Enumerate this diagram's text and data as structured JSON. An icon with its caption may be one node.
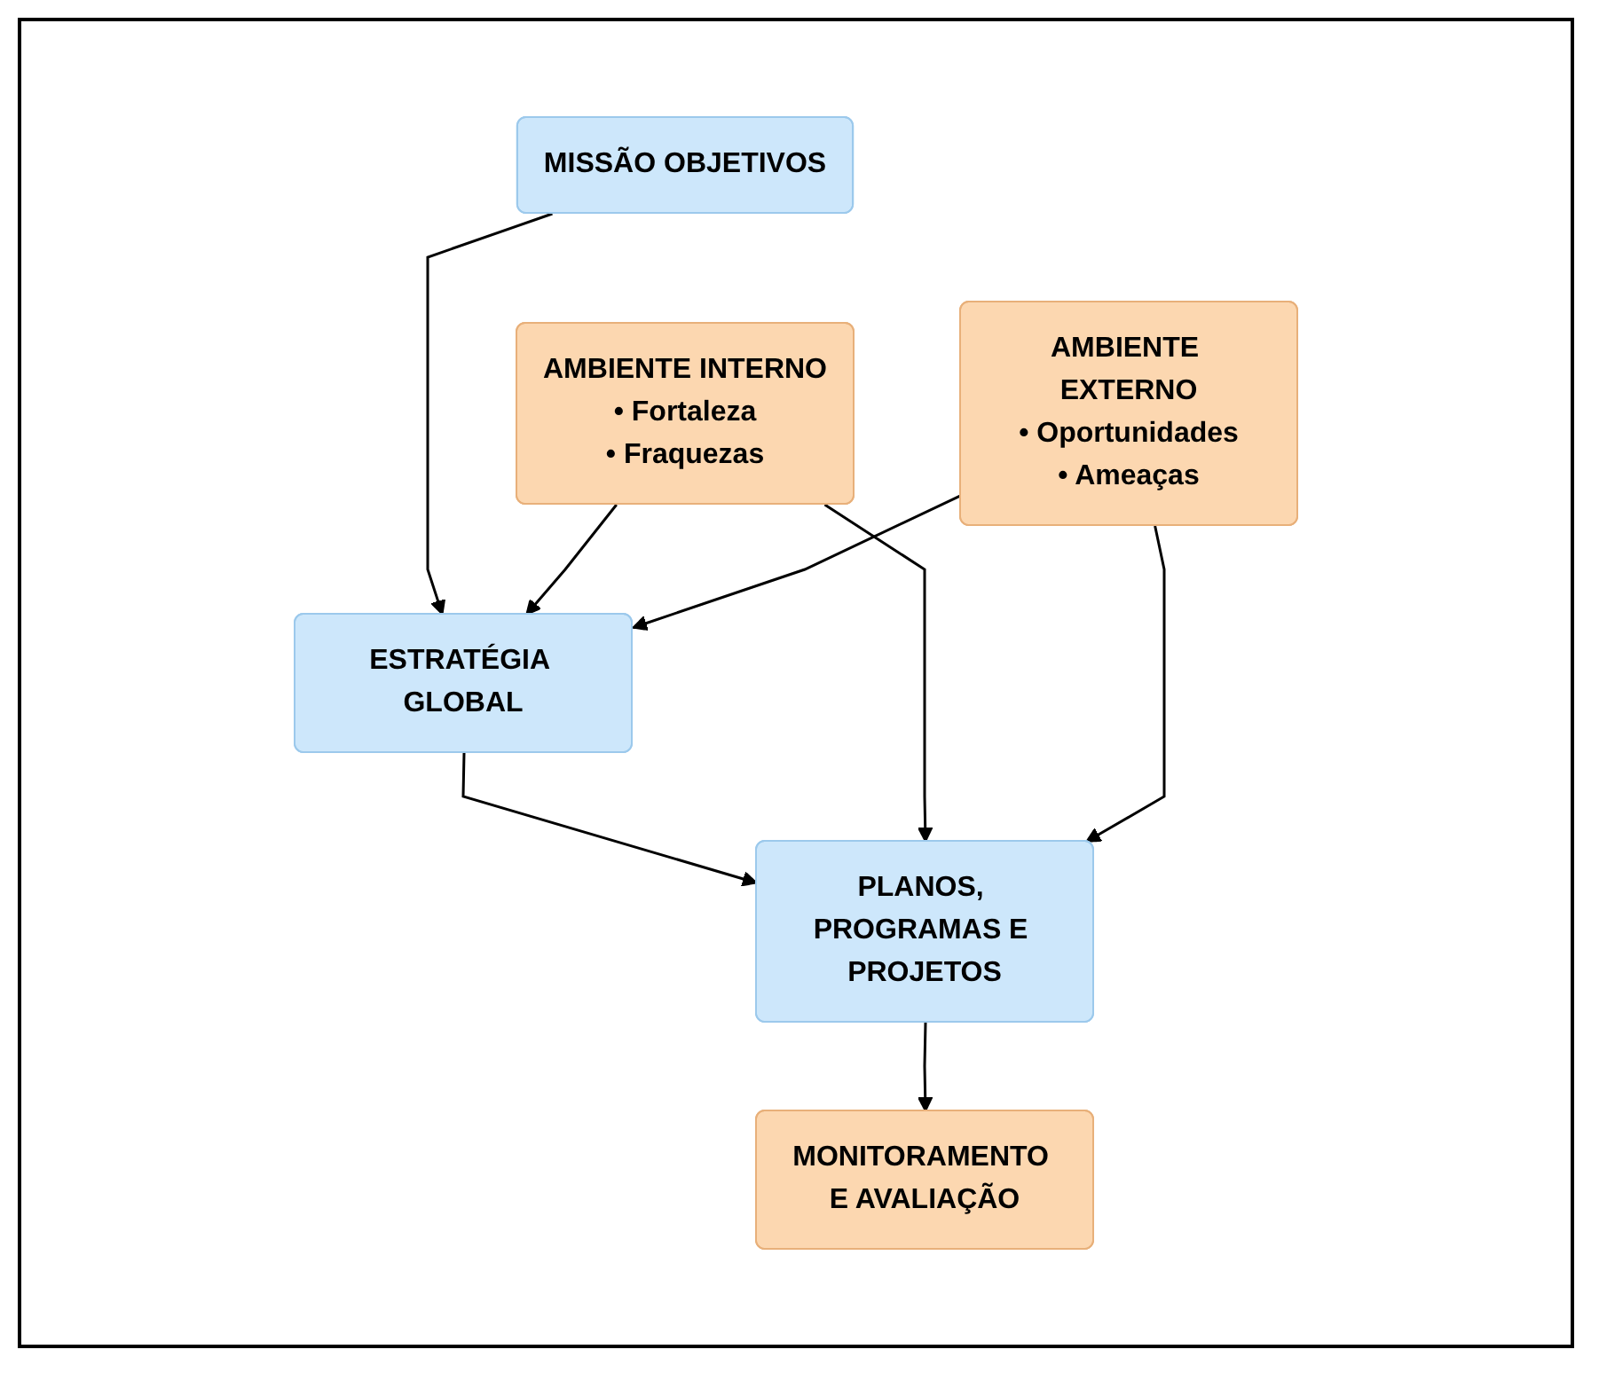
{
  "diagram": {
    "nodes": [
      {
        "text": [
          "MISSÃO OBJETIVOS"
        ]
      },
      {
        "text": [
          "ESTRATÉGIA GLOBAL"
        ]
      },
      {
        "text": [
          "AMBIENTE INTERNO",
          "• Fortaleza",
          "• Fraquezas"
        ]
      },
      {
        "text": [
          "AMBIENTE EXTERNO",
          "• Oportunidades",
          "• Ameaças"
        ]
      },
      {
        "text": [
          "PLANOS, PROGRAMAS E PROJETOS"
        ]
      },
      {
        "text": [
          "MONITORAMENTO E AVALIAÇÃO"
        ]
      }
    ],
    "edges": [
      {
        "from": 0,
        "to": 1,
        "arrow": "to"
      },
      {
        "from": 2,
        "to": 1,
        "arrow": "to"
      },
      {
        "from": 3,
        "to": 1,
        "arrow": "to"
      },
      {
        "from": 1,
        "to": 4,
        "arrow": "to"
      },
      {
        "from": 2,
        "to": 4,
        "arrow": "to"
      },
      {
        "from": 3,
        "to": 4,
        "arrow": "to"
      },
      {
        "from": 4,
        "to": 5,
        "arrow": "to"
      }
    ]
  }
}
